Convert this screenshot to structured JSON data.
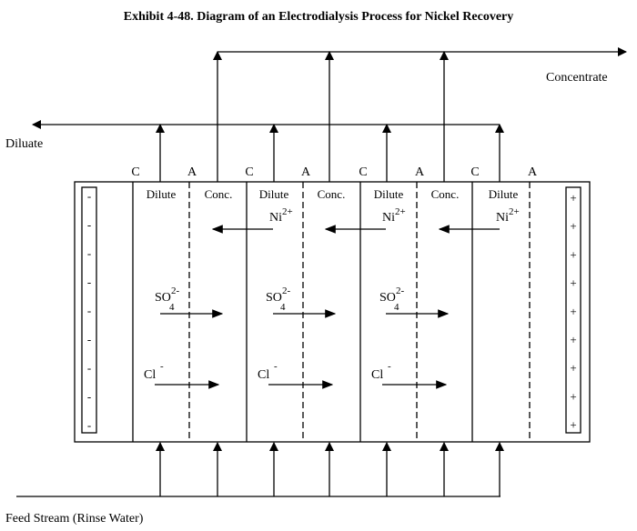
{
  "title": "Exhibit 4-48. Diagram of an Electrodialysis Process for Nickel Recovery",
  "labels": {
    "concentrate": "Concentrate",
    "diluate": "Diluate",
    "feed": "Feed Stream (Rinse Water)"
  },
  "membrane_labels": [
    "C",
    "A",
    "C",
    "A",
    "C",
    "A",
    "C",
    "A"
  ],
  "compartments": [
    "Dilute",
    "Conc.",
    "Dilute",
    "Conc.",
    "Dilute",
    "Conc.",
    "Dilute"
  ],
  "ions": {
    "nickel_base": "Ni",
    "nickel_charge": "2+",
    "sulfate_base": "SO",
    "sulfate_subscript": "4",
    "sulfate_charge": "2-",
    "chloride_base": "Cl",
    "chloride_charge": "-"
  },
  "electrodes": {
    "cathode_sign": "-",
    "anode_sign": "+"
  }
}
